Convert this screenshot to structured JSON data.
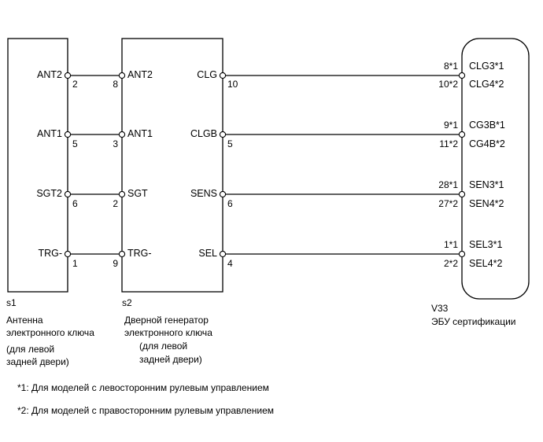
{
  "components": {
    "s1": {
      "id": "s1",
      "name_lines": [
        "Антенна",
        "электронного ключа"
      ],
      "location_lines": [
        "(для левой",
        "задней двери)"
      ],
      "terminals": [
        {
          "label": "ANT2",
          "pin": "2"
        },
        {
          "label": "ANT1",
          "pin": "5"
        },
        {
          "label": "SGT2",
          "pin": "6"
        },
        {
          "label": "TRG-",
          "pin": "1"
        }
      ]
    },
    "s2": {
      "id": "s2",
      "name_lines": [
        "Дверной генератор",
        "электронного ключа"
      ],
      "location_lines": [
        "(для левой",
        "задней двери)"
      ],
      "left_terminals": [
        {
          "label": "ANT2",
          "pin": "8"
        },
        {
          "label": "ANT1",
          "pin": "3"
        },
        {
          "label": "SGT",
          "pin": "2"
        },
        {
          "label": "TRG-",
          "pin": "9"
        }
      ],
      "right_terminals": [
        {
          "label": "CLG",
          "pin": "10"
        },
        {
          "label": "CLGB",
          "pin": "5"
        },
        {
          "label": "SENS",
          "pin": "6"
        },
        {
          "label": "SEL",
          "pin": "4"
        }
      ]
    },
    "v33": {
      "id": "V33",
      "name": "ЭБУ сертификации",
      "terminals": [
        {
          "pin1": "8*1",
          "label1": "CLG3*1",
          "pin2": "10*2",
          "label2": "CLG4*2"
        },
        {
          "pin1": "9*1",
          "label1": "CG3B*1",
          "pin2": "11*2",
          "label2": "CG4B*2"
        },
        {
          "pin1": "28*1",
          "label1": "SEN3*1",
          "pin2": "27*2",
          "label2": "SEN4*2"
        },
        {
          "pin1": "1*1",
          "label1": "SEL3*1",
          "pin2": "2*2",
          "label2": "SEL4*2"
        }
      ]
    }
  },
  "notes": [
    "*1: Для моделей с левосторонним рулевым управлением",
    "*2: Для моделей с правосторонним рулевым управлением"
  ]
}
